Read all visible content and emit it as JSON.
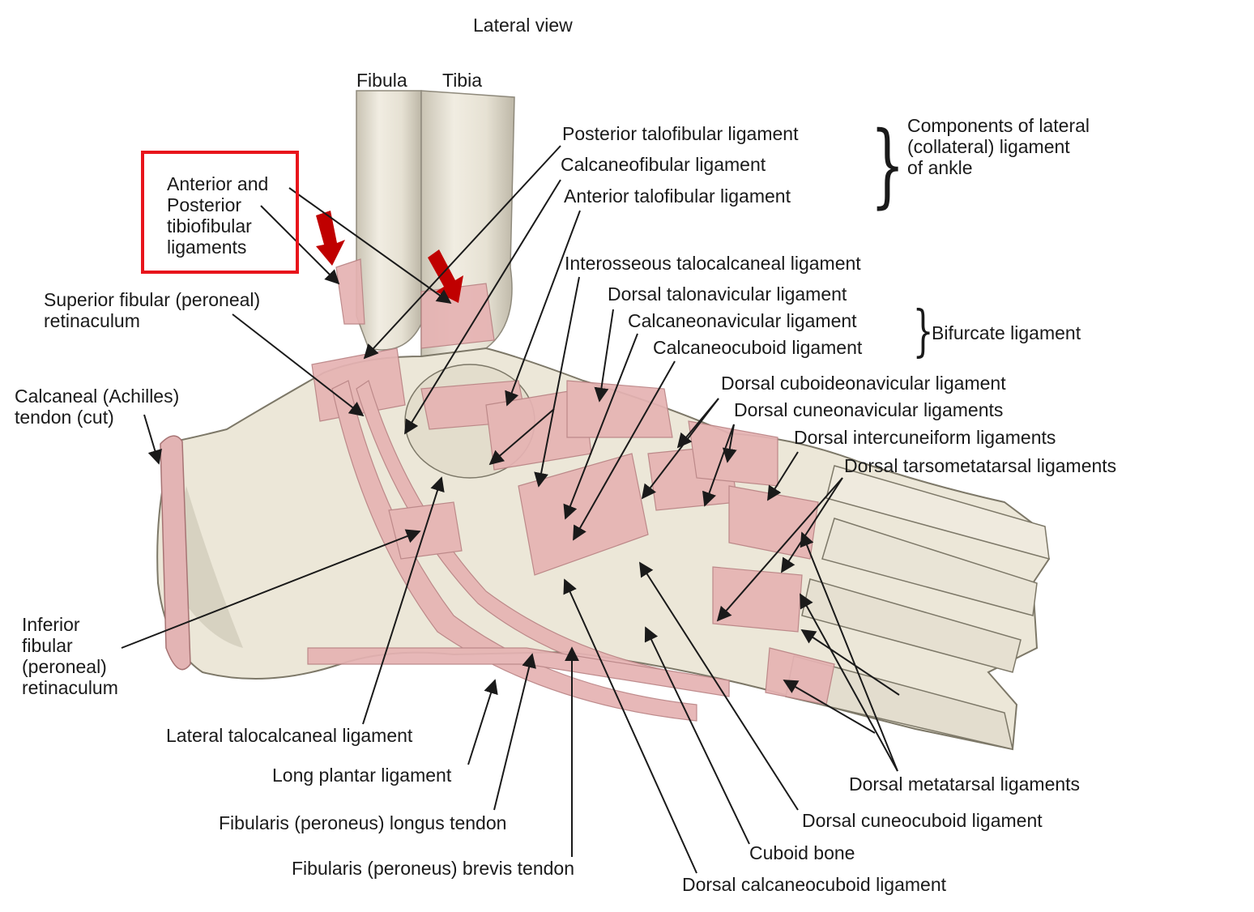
{
  "title": "Lateral view",
  "bones": {
    "fibula": "Fibula",
    "tibia": "Tibia"
  },
  "colors": {
    "bone": "#ede8da",
    "bone_shade": "#b9b3a3",
    "ligament": "#e8b8b8",
    "ligament_dark": "#d08f93",
    "highlight_box": "#e8141b",
    "arrow": "#c00000",
    "text": "#1a1a1a"
  },
  "highlight": {
    "label": "Anterior and\nPosterior\ntibiofibular\nligaments"
  },
  "groups": {
    "lateral_collateral": "Components of lateral\n(collateral) ligament\nof ankle",
    "bifurcate": "Bifurcate ligament"
  },
  "labels": {
    "posterior_talofibular": "Posterior talofibular ligament",
    "calcaneofibular": "Calcaneofibular ligament",
    "anterior_talofibular": "Anterior talofibular ligament",
    "interosseous_talocalcaneal": "Interosseous talocalcaneal ligament",
    "dorsal_talonavicular": "Dorsal talonavicular ligament",
    "calcaneonavicular": "Calcaneonavicular ligament",
    "calcaneocuboid": "Calcaneocuboid ligament",
    "dorsal_cuboideonavicular": "Dorsal cuboideonavicular ligament",
    "dorsal_cuneonavicular": "Dorsal cuneonavicular ligaments",
    "dorsal_intercuneiform": "Dorsal intercuneiform ligaments",
    "dorsal_tarsometatarsal": "Dorsal tarsometatarsal ligaments",
    "superior_fibular_retinaculum": "Superior fibular (peroneal)\nretinaculum",
    "calcaneal_tendon": "Calcaneal (Achilles)\ntendon (cut)",
    "inferior_fibular_retinaculum": "Inferior\nfibular\n(peroneal)\nretinaculum",
    "lateral_talocalcaneal": "Lateral talocalcaneal ligament",
    "long_plantar": "Long plantar ligament",
    "fibularis_longus": "Fibularis (peroneus) longus tendon",
    "fibularis_brevis": "Fibularis (peroneus) brevis tendon",
    "dorsal_metatarsal": "Dorsal metatarsal ligaments",
    "dorsal_cuneocuboid": "Dorsal cuneocuboid ligament",
    "cuboid_bone": "Cuboid bone",
    "dorsal_calcaneocuboid": "Dorsal calcaneocuboid ligament"
  }
}
